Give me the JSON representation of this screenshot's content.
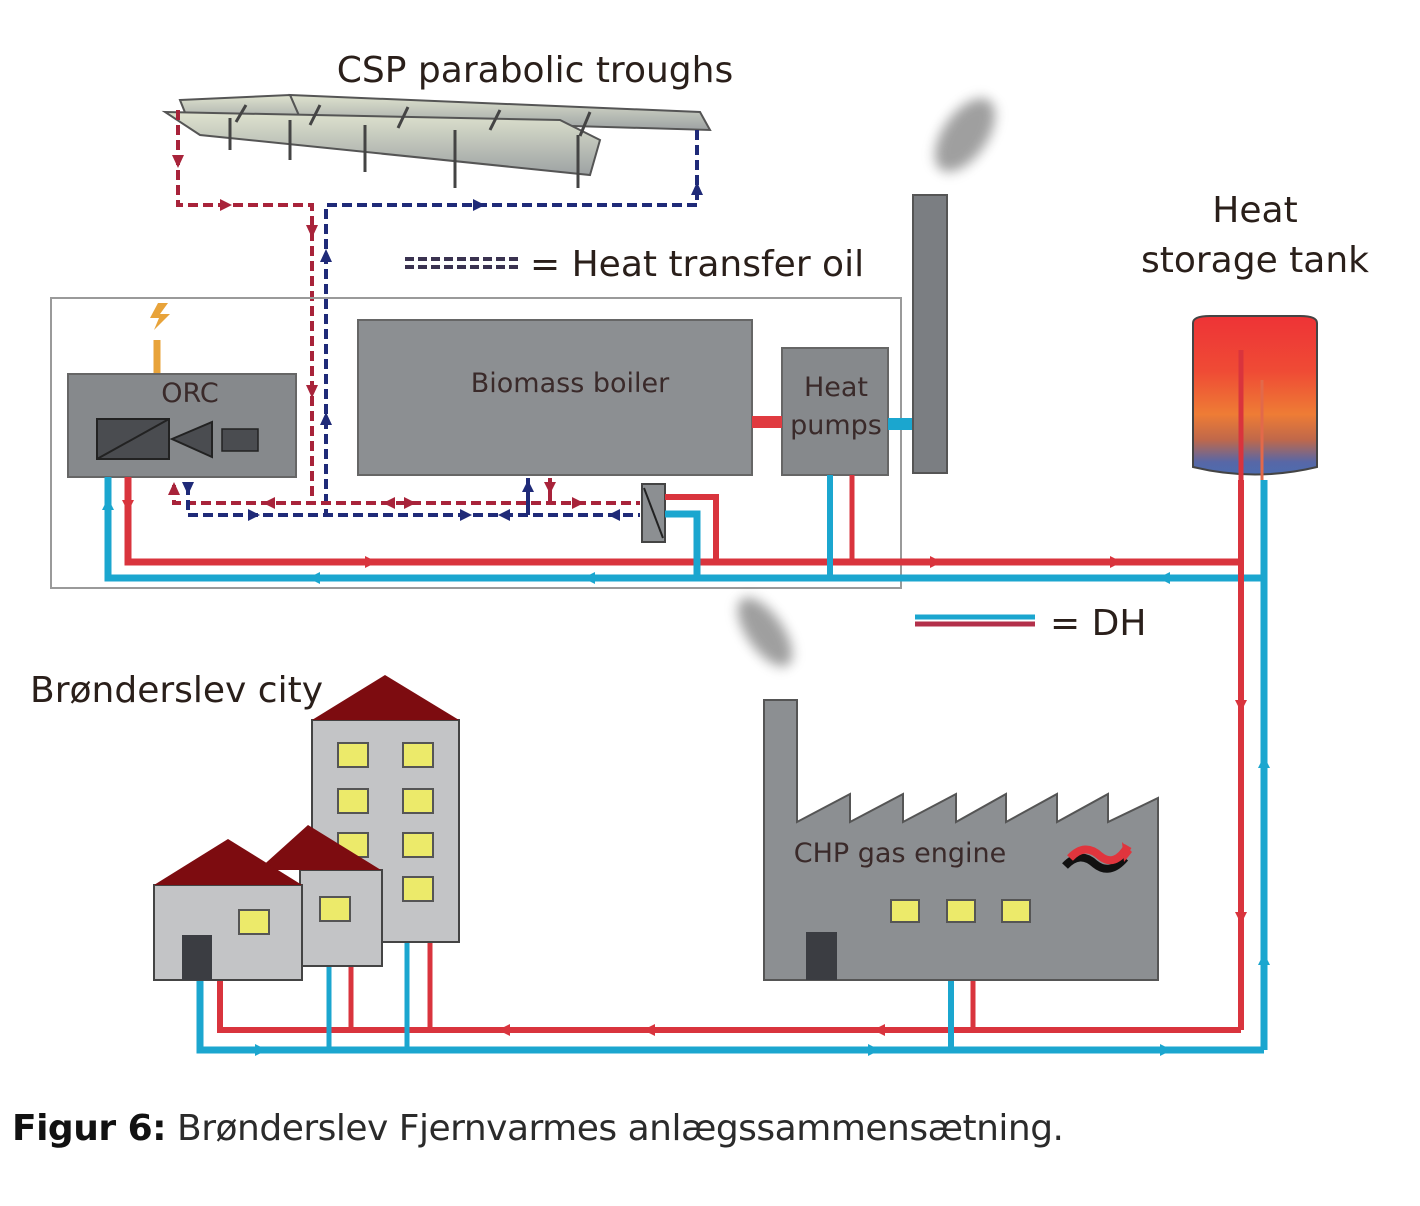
{
  "labels": {
    "csp": "CSP parabolic troughs",
    "heat_transfer_oil_legend": "= Heat transfer oil",
    "heat_storage_line1": "Heat",
    "heat_storage_line2": "storage tank",
    "orc": "ORC",
    "biomass_boiler": "Biomass boiler",
    "heat_pumps_line1": "Heat",
    "heat_pumps_line2": "pumps",
    "dh_legend": "= DH",
    "city": "Brønderslev city",
    "chp": "CHP gas engine"
  },
  "caption": {
    "prefix": "Figur 6:",
    "text": " Brønderslev Fjernvarmes anlægssammensætning."
  },
  "colors": {
    "dh_supply": "#d9343d",
    "dh_return": "#1ba6cf",
    "oil_hot": "#a8233a",
    "oil_cold": "#1f2a78",
    "equipment_gray": "#8c8f92",
    "roof": "#7d0c10",
    "window": "#ecea6a",
    "power_line": "#e8a33a"
  }
}
